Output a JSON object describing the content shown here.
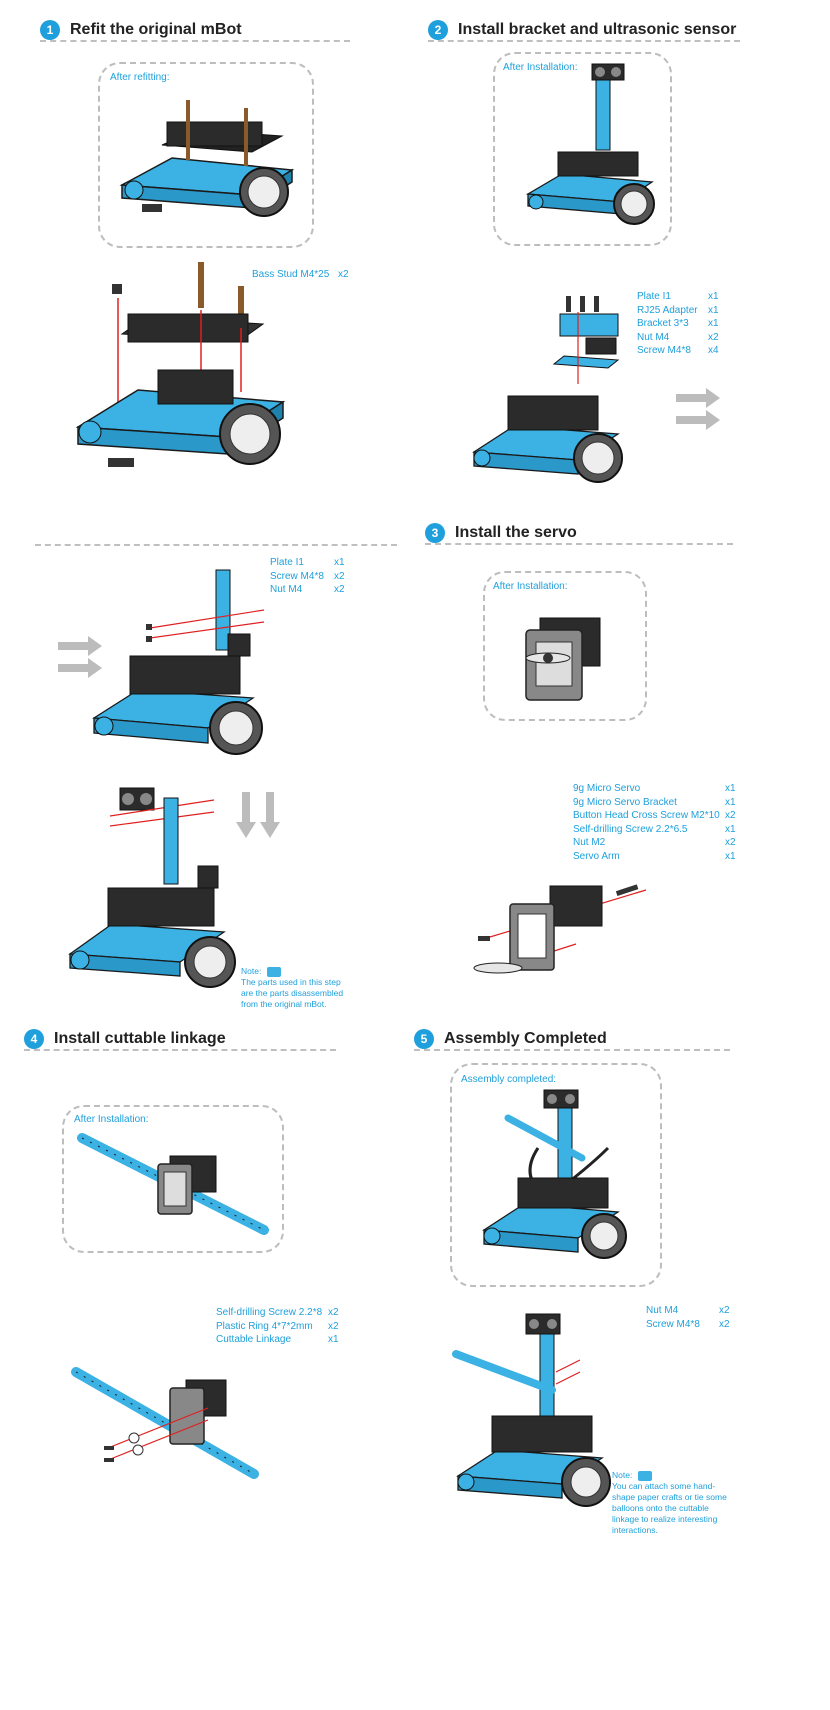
{
  "steps": [
    {
      "num": "1",
      "title": "Refit the original mBot",
      "box_label": "After refitting:",
      "parts": [
        {
          "name": "Bass Stud M4*25",
          "qty": "x2"
        }
      ]
    },
    {
      "num": "2",
      "title": "Install bracket and ultrasonic sensor",
      "box_label": "After Installation:",
      "parts": [
        {
          "name": "Plate I1",
          "qty": "x1"
        },
        {
          "name": "RJ25 Adapter",
          "qty": "x1"
        },
        {
          "name": "Bracket 3*3",
          "qty": "x1"
        },
        {
          "name": "Nut M4",
          "qty": "x2"
        },
        {
          "name": "Screw M4*8",
          "qty": "x4"
        }
      ],
      "parts_b": [
        {
          "name": "Plate I1",
          "qty": "x1"
        },
        {
          "name": "Screw M4*8",
          "qty": "x2"
        },
        {
          "name": "Nut M4",
          "qty": "x2"
        }
      ],
      "note": {
        "label": "Note:",
        "text": "The parts used in this step are the parts disassembled from the original mBot."
      }
    },
    {
      "num": "3",
      "title": "Install the servo",
      "box_label": "After Installation:",
      "parts": [
        {
          "name": "9g Micro Servo",
          "qty": "x1"
        },
        {
          "name": "9g Micro Servo Bracket",
          "qty": "x1"
        },
        {
          "name": "Button Head Cross Screw M2*10",
          "qty": "x2"
        },
        {
          "name": "Self-drilling Screw 2.2*6.5",
          "qty": "x1"
        },
        {
          "name": "Nut M2",
          "qty": "x2"
        },
        {
          "name": "Servo Arm",
          "qty": "x1"
        }
      ]
    },
    {
      "num": "4",
      "title": "Install cuttable linkage",
      "box_label": "After Installation:",
      "parts": [
        {
          "name": "Self-drilling Screw 2.2*8",
          "qty": "x2"
        },
        {
          "name": "Plastic Ring 4*7*2mm",
          "qty": "x2"
        },
        {
          "name": "Cuttable Linkage",
          "qty": "x1"
        }
      ]
    },
    {
      "num": "5",
      "title": "Assembly Completed",
      "box_label": "Assembly completed:",
      "parts": [
        {
          "name": "Nut M4",
          "qty": "x2"
        },
        {
          "name": "Screw M4*8",
          "qty": "x2"
        }
      ],
      "note": {
        "label": "Note:",
        "text": "You can attach some hand-shape paper crafts or tie some balloons onto the cuttable linkage to realize interesting interactions."
      }
    }
  ],
  "icons": {
    "arrow": "double-arrow-icon",
    "robot": "mbot-illustration",
    "servo": "servo-illustration",
    "linkage": "linkage-illustration",
    "note": "note-robot-icon"
  },
  "colors": {
    "accent": "#1fa0dc",
    "robot_blue": "#3bb2e3",
    "dark": "#2a2a2a",
    "dash": "#bdbdbd",
    "arrow": "#bcbcbc",
    "red_guide": "#e02020"
  }
}
